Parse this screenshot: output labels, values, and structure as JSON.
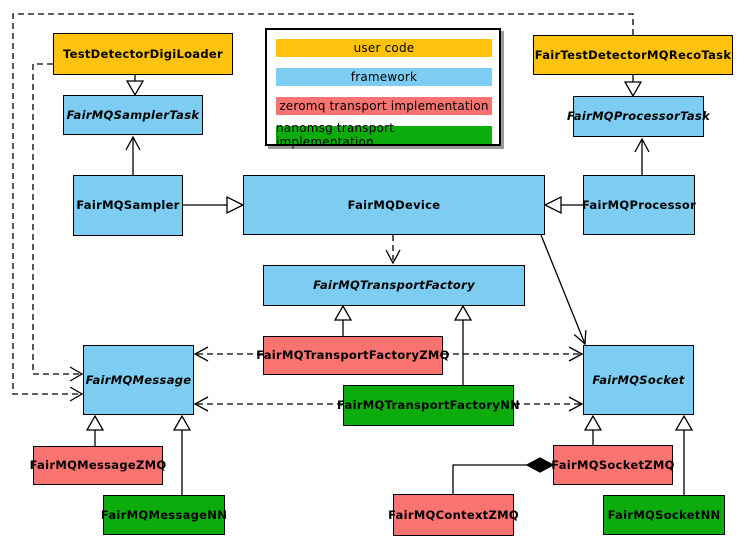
{
  "legend": {
    "items": [
      {
        "label": "user code",
        "color": "#FFC20D"
      },
      {
        "label": "framework",
        "color": "#7CCDF1"
      },
      {
        "label": "zeromq transport implementation",
        "color": "#F97470"
      },
      {
        "label": "nanomsg transport implementation",
        "color": "#0BAC0B"
      }
    ]
  },
  "nodes": {
    "testDetectorDigiLoader": {
      "label": "TestDetectorDigiLoader",
      "category": "user code"
    },
    "fairTestDetectorMQRecoTask": {
      "label": "FairTestDetectorMQRecoTask",
      "category": "user code"
    },
    "fairMQSamplerTask": {
      "label": "FairMQSamplerTask",
      "category": "framework",
      "abstract": true
    },
    "fairMQProcessorTask": {
      "label": "FairMQProcessorTask",
      "category": "framework",
      "abstract": true
    },
    "fairMQSampler": {
      "label": "FairMQSampler",
      "category": "framework"
    },
    "fairMQDevice": {
      "label": "FairMQDevice",
      "category": "framework"
    },
    "fairMQProcessor": {
      "label": "FairMQProcessor",
      "category": "framework"
    },
    "fairMQTransportFactory": {
      "label": "FairMQTransportFactory",
      "category": "framework",
      "abstract": true
    },
    "fairMQTransportFactoryZMQ": {
      "label": "FairMQTransportFactoryZMQ",
      "category": "zeromq transport implementation"
    },
    "fairMQTransportFactoryNN": {
      "label": "FairMQTransportFactoryNN",
      "category": "nanomsg transport implementation"
    },
    "fairMQMessage": {
      "label": "FairMQMessage",
      "category": "framework",
      "abstract": true
    },
    "fairMQSocket": {
      "label": "FairMQSocket",
      "category": "framework",
      "abstract": true
    },
    "fairMQMessageZMQ": {
      "label": "FairMQMessageZMQ",
      "category": "zeromq transport implementation"
    },
    "fairMQMessageNN": {
      "label": "FairMQMessageNN",
      "category": "nanomsg transport implementation"
    },
    "fairMQSocketZMQ": {
      "label": "FairMQSocketZMQ",
      "category": "zeromq transport implementation"
    },
    "fairMQContextZMQ": {
      "label": "FairMQContextZMQ",
      "category": "zeromq transport implementation"
    },
    "fairMQSocketNN": {
      "label": "FairMQSocketNN",
      "category": "nanomsg transport implementation"
    }
  },
  "colors": {
    "user_code": "#FFC20D",
    "framework": "#7CCDF1",
    "zeromq": "#F97470",
    "nanomsg": "#0BAC0B",
    "line": "#000000",
    "background": "#ffffff"
  }
}
